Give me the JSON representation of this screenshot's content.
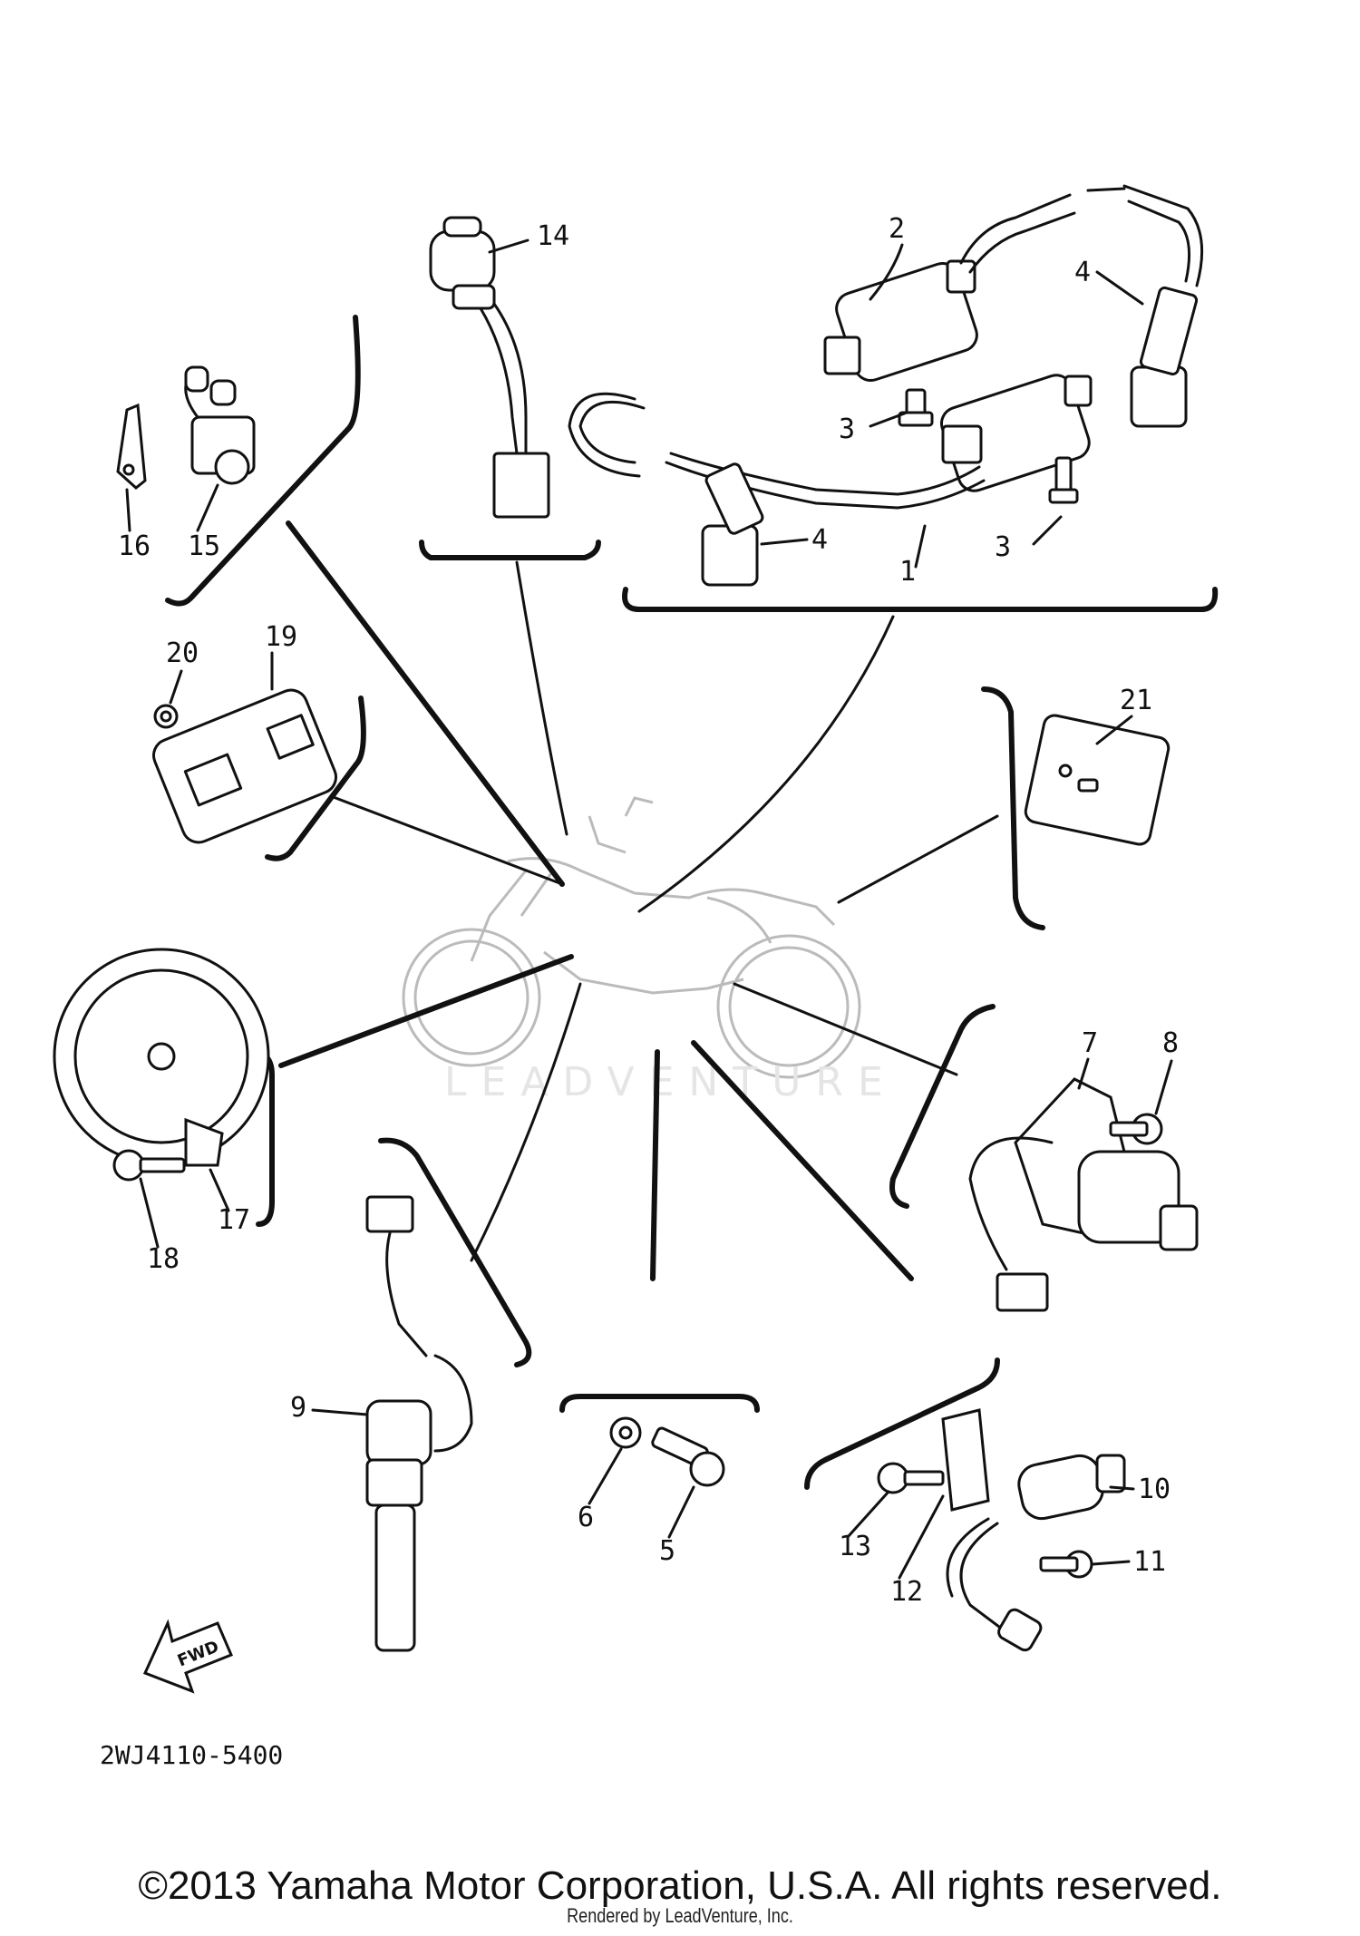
{
  "diagram": {
    "part_code": "2WJ4110-5400",
    "watermark": "LEADVENTURE",
    "direction_label": "FWD",
    "callouts": [
      "1",
      "2",
      "3",
      "4",
      "5",
      "6",
      "7",
      "8",
      "9",
      "10",
      "11",
      "12",
      "13",
      "14",
      "15",
      "16",
      "17",
      "18",
      "19",
      "20",
      "21"
    ],
    "duplicate_callouts": [
      "3",
      "4"
    ]
  },
  "footer": {
    "copyright": "©2013 Yamaha Motor Corporation, U.S.A. All rights reserved.",
    "render_note": "Rendered by LeadVenture, Inc."
  }
}
